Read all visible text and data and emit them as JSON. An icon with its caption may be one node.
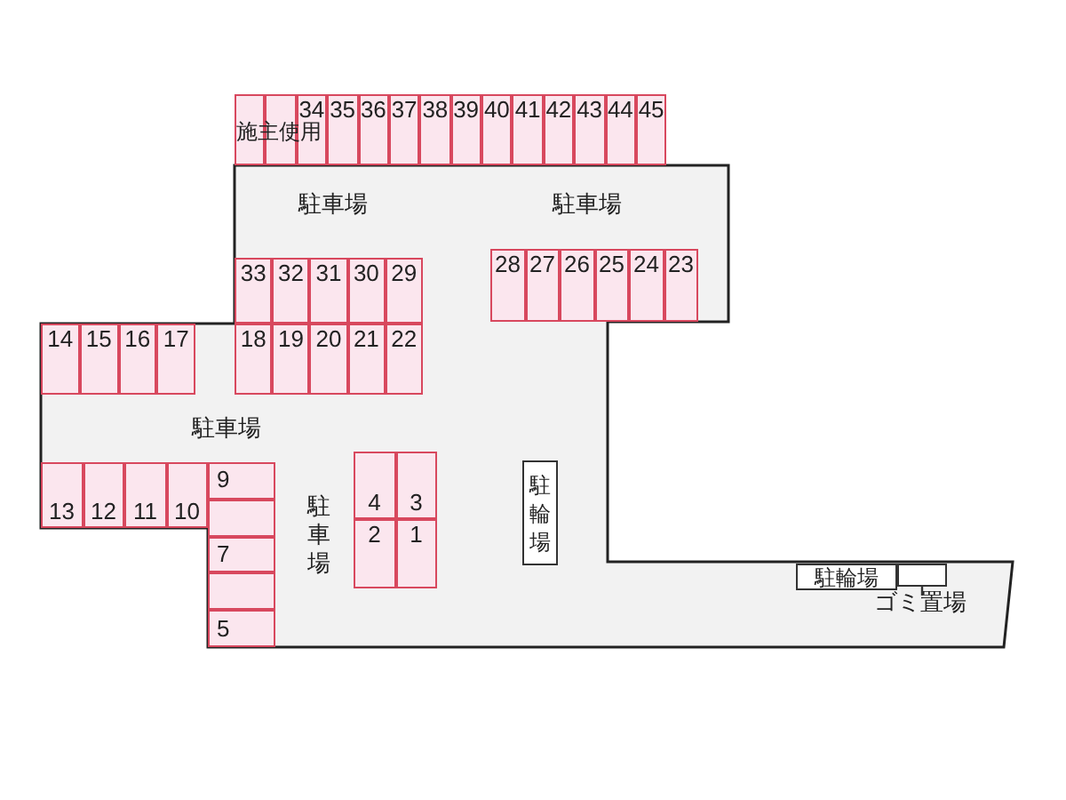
{
  "diagram": {
    "nodes": [
      {
        "text": [],
        "shape": "box"
      },
      {
        "text": [],
        "shape": "box"
      },
      {
        "text": [
          "34"
        ]
      },
      {
        "text": [
          "35"
        ]
      },
      {
        "text": [
          "36"
        ]
      },
      {
        "text": [
          "37"
        ]
      },
      {
        "text": [
          "38"
        ]
      },
      {
        "text": [
          "39"
        ]
      },
      {
        "text": [
          "40"
        ]
      },
      {
        "text": [
          "41"
        ]
      },
      {
        "text": [
          "42"
        ]
      },
      {
        "text": [
          "43"
        ]
      },
      {
        "text": [
          "44"
        ]
      },
      {
        "text": [
          "45"
        ]
      },
      {
        "text": [
          "33"
        ]
      },
      {
        "text": [
          "32"
        ]
      },
      {
        "text": [
          "31"
        ]
      },
      {
        "text": [
          "30"
        ]
      },
      {
        "text": [
          "29"
        ]
      },
      {
        "text": [
          "28"
        ]
      },
      {
        "text": [
          "27"
        ]
      },
      {
        "text": [
          "26"
        ]
      },
      {
        "text": [
          "25"
        ]
      },
      {
        "text": [
          "24"
        ]
      },
      {
        "text": [
          "23"
        ]
      },
      {
        "text": [
          "14"
        ]
      },
      {
        "text": [
          "15"
        ]
      },
      {
        "text": [
          "16"
        ]
      },
      {
        "text": [
          "17"
        ]
      },
      {
        "text": [
          "18"
        ]
      },
      {
        "text": [
          "19"
        ]
      },
      {
        "text": [
          "20"
        ]
      },
      {
        "text": [
          "21"
        ]
      },
      {
        "text": [
          "22"
        ]
      },
      {
        "text": [
          "9"
        ]
      },
      {
        "text": [],
        "shape": "box"
      },
      {
        "text": [
          "7"
        ]
      },
      {
        "text": [],
        "shape": "box"
      },
      {
        "text": [
          "5"
        ]
      },
      {
        "text": [
          "13"
        ]
      },
      {
        "text": [
          "12"
        ]
      },
      {
        "text": [
          "11"
        ]
      },
      {
        "text": [
          "10"
        ]
      },
      {
        "text": [
          "4"
        ]
      },
      {
        "text": [
          "3"
        ]
      },
      {
        "text": [
          "2"
        ]
      },
      {
        "text": [
          "1"
        ]
      },
      {
        "text": [
          "駐輪場"
        ]
      },
      {
        "text": [
          "駐輪場"
        ]
      },
      {
        "text": [],
        "shape": "box"
      },
      {
        "text": [
          "ゴミ置場"
        ]
      }
    ],
    "edges": [
      {
        "from": 50,
        "to": 49,
        "arrow": "none"
      }
    ],
    "labels": [
      "施主使用",
      "駐車場",
      "駐車場",
      "駐車場",
      "駐車場"
    ]
  }
}
